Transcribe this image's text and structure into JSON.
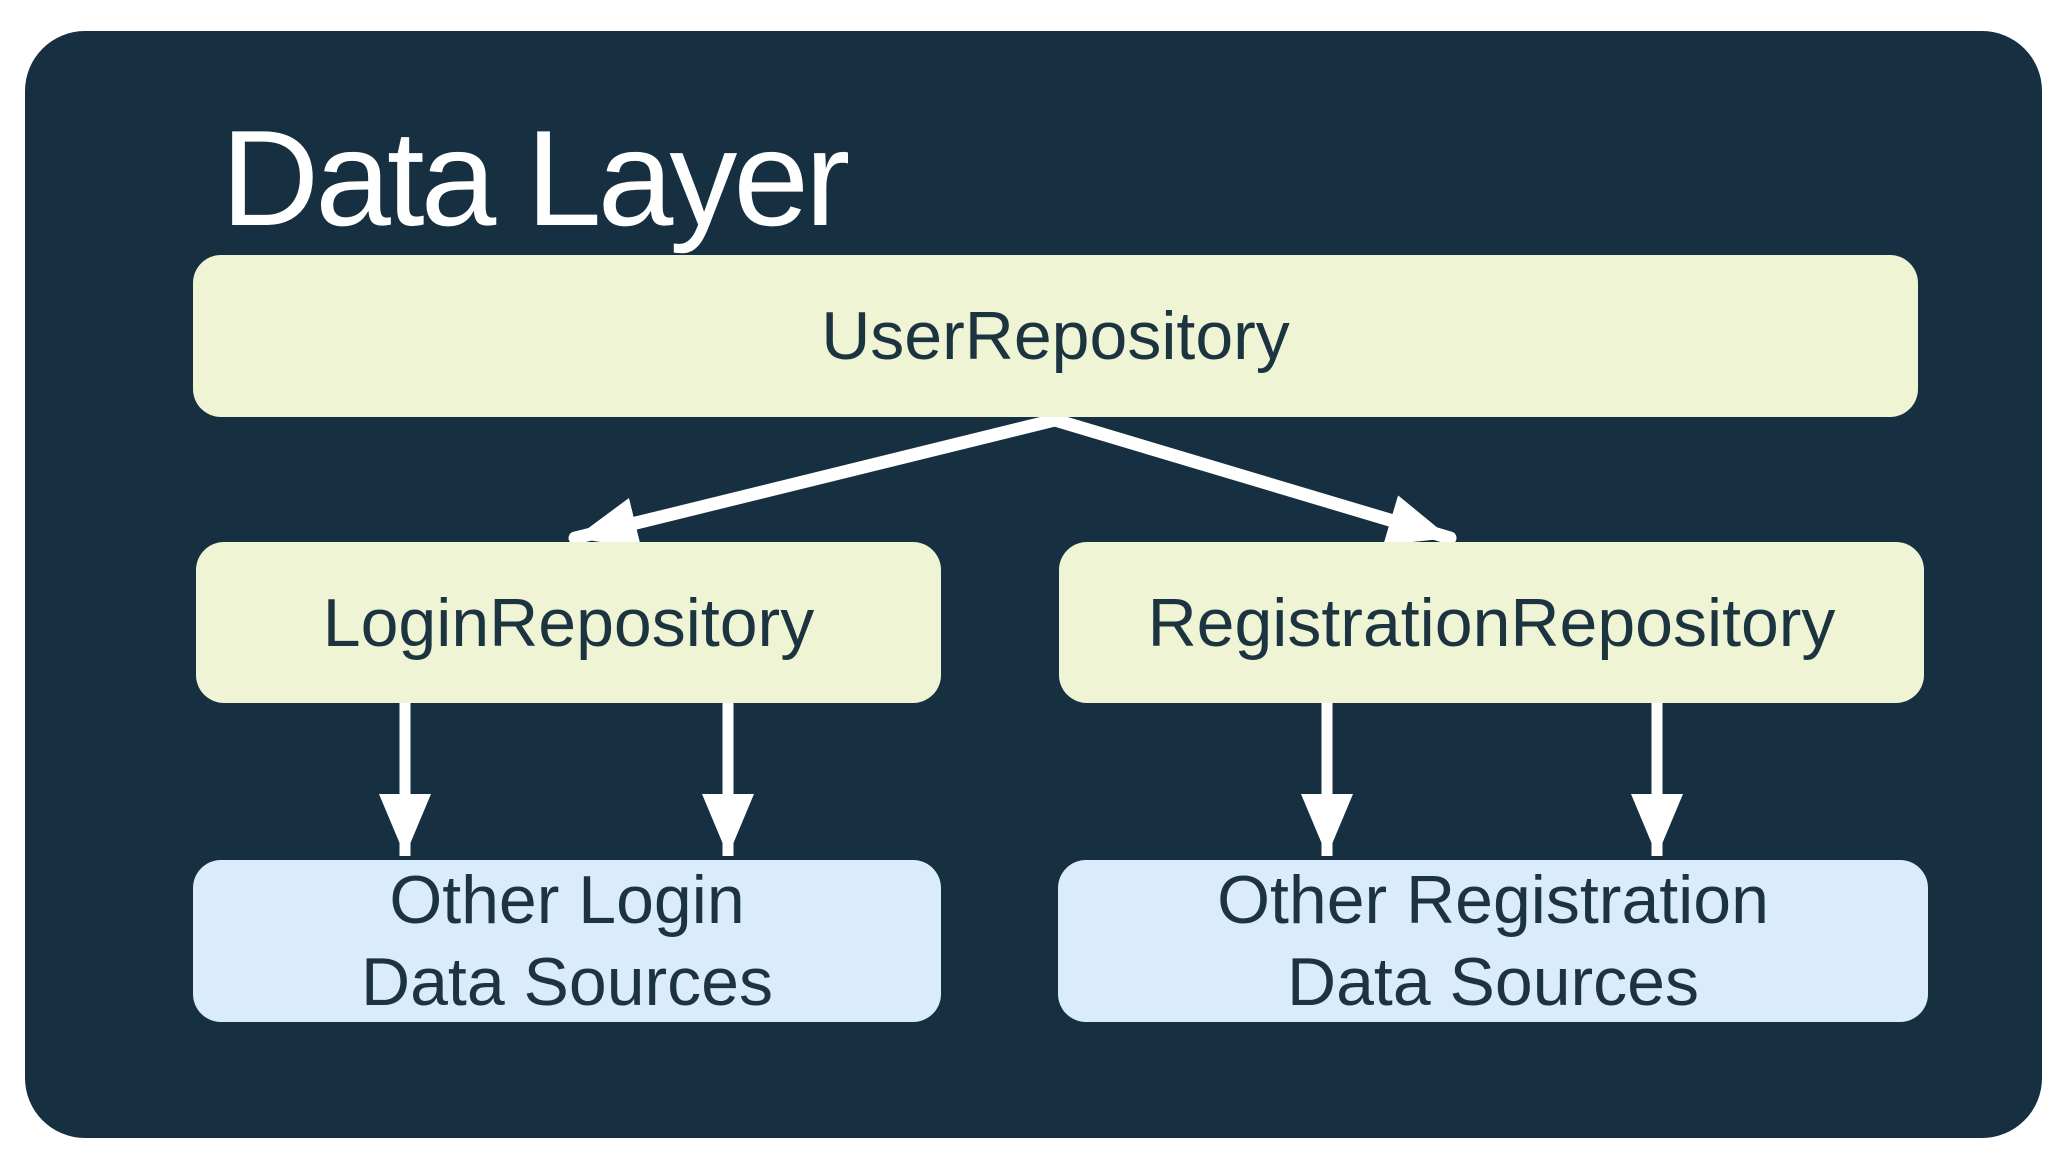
{
  "diagram": {
    "title": "Data Layer",
    "nodes": {
      "user_repository": {
        "label": "UserRepository",
        "fill": "#EFF4D5"
      },
      "login_repository": {
        "label": "LoginRepository",
        "fill": "#EFF4D5"
      },
      "registration_repository": {
        "label": "RegistrationRepository",
        "fill": "#EFF4D5"
      },
      "other_login_sources": {
        "label_line1": "Other Login",
        "label_line2": "Data Sources",
        "fill": "#DAEBFB"
      },
      "other_registration_sources": {
        "label_line1": "Other Registration",
        "label_line2": "Data Sources",
        "fill": "#DAEBFB"
      }
    },
    "edges": [
      {
        "from": "UserRepository",
        "to": "LoginRepository"
      },
      {
        "from": "UserRepository",
        "to": "RegistrationRepository"
      },
      {
        "from": "LoginRepository",
        "to": "Other Login Data Sources"
      },
      {
        "from": "LoginRepository",
        "to": "Other Login Data Sources"
      },
      {
        "from": "RegistrationRepository",
        "to": "Other Registration Data Sources"
      },
      {
        "from": "RegistrationRepository",
        "to": "Other Registration Data Sources"
      }
    ],
    "colors": {
      "page_background": "#FFFFFF",
      "panel_background": "#163042",
      "repository_fill": "#EFF4D5",
      "data_source_fill": "#DAEBFB",
      "node_text": "#1C3340",
      "title_text": "#FFFFFF",
      "arrow": "#FFFFFF"
    }
  }
}
